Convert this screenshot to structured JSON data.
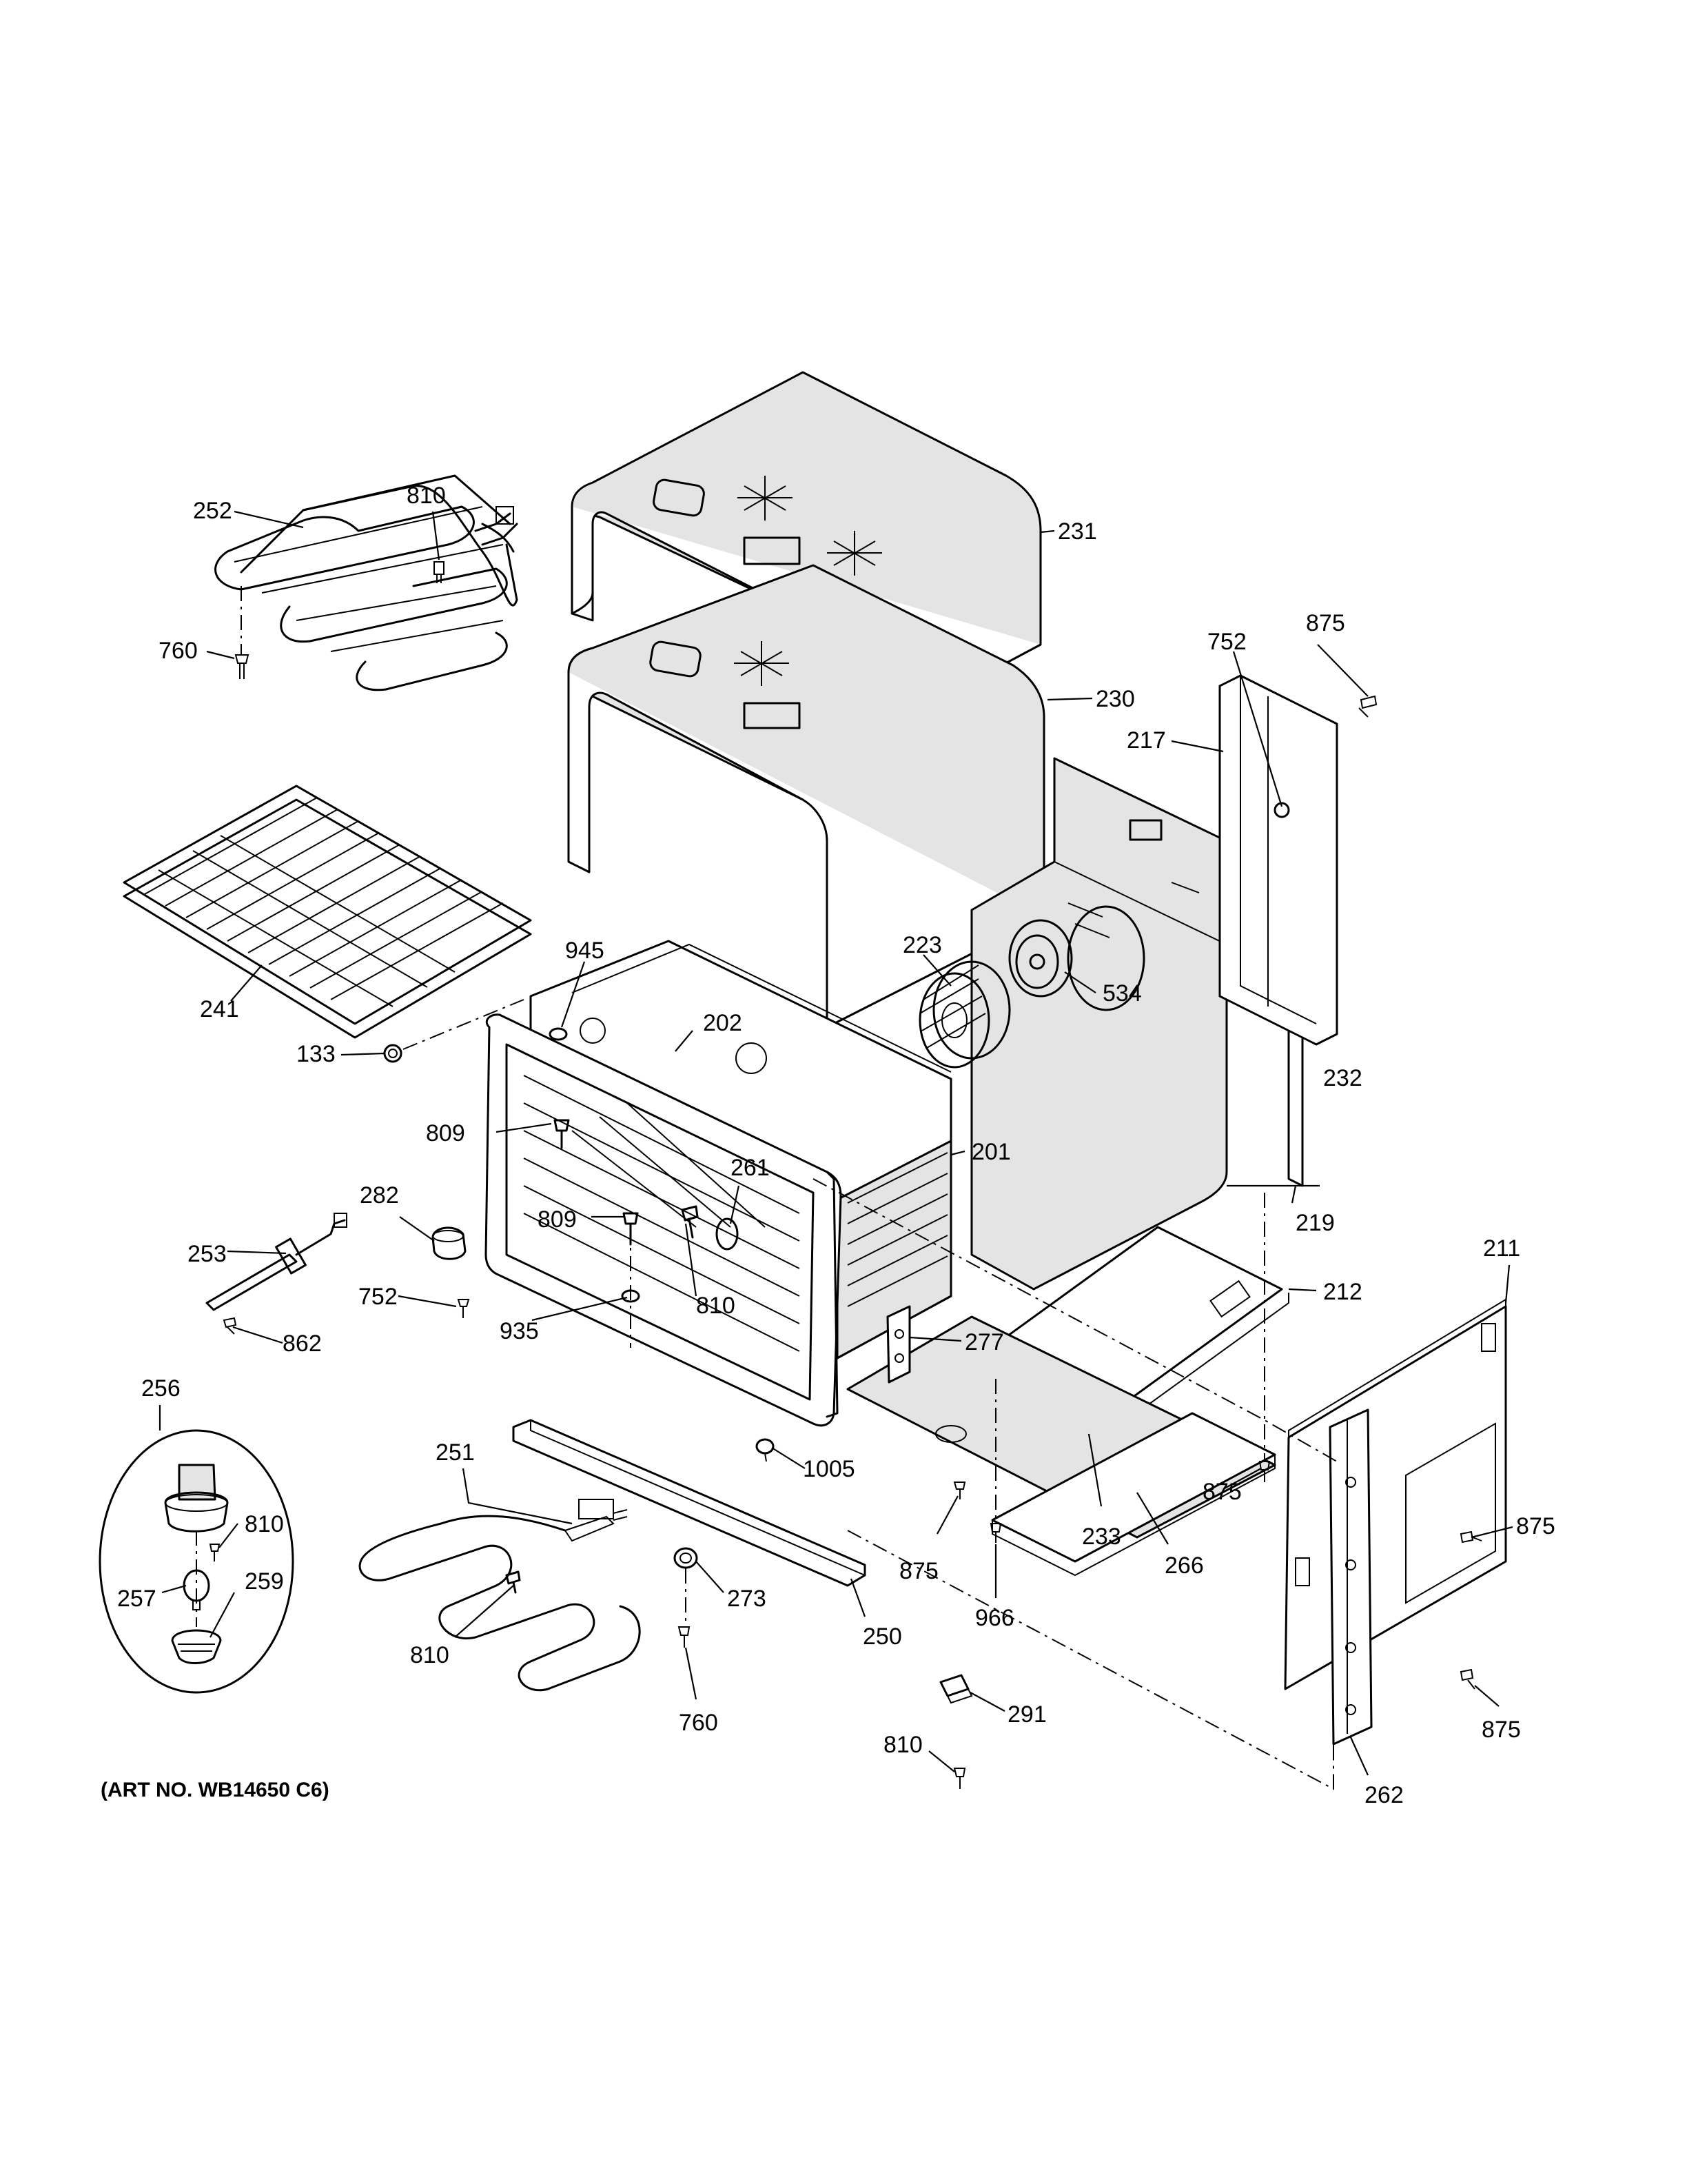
{
  "art_number": "(ART NO. WB14650 C6)",
  "callouts": [
    {
      "id": "c252",
      "text": "252"
    },
    {
      "id": "c810a",
      "text": "810"
    },
    {
      "id": "c760a",
      "text": "760"
    },
    {
      "id": "c231",
      "text": "231"
    },
    {
      "id": "c230",
      "text": "230"
    },
    {
      "id": "c752a",
      "text": "752"
    },
    {
      "id": "c875a",
      "text": "875"
    },
    {
      "id": "c217",
      "text": "217"
    },
    {
      "id": "c241",
      "text": "241"
    },
    {
      "id": "c945",
      "text": "945"
    },
    {
      "id": "c202",
      "text": "202"
    },
    {
      "id": "c223",
      "text": "223"
    },
    {
      "id": "c534",
      "text": "534"
    },
    {
      "id": "c133",
      "text": "133"
    },
    {
      "id": "c232",
      "text": "232"
    },
    {
      "id": "c809a",
      "text": "809"
    },
    {
      "id": "c201",
      "text": "201"
    },
    {
      "id": "c261",
      "text": "261"
    },
    {
      "id": "c282",
      "text": "282"
    },
    {
      "id": "c809b",
      "text": "809"
    },
    {
      "id": "c219",
      "text": "219"
    },
    {
      "id": "c253",
      "text": "253"
    },
    {
      "id": "c810b",
      "text": "810"
    },
    {
      "id": "c211",
      "text": "211"
    },
    {
      "id": "c752b",
      "text": "752"
    },
    {
      "id": "c935",
      "text": "935"
    },
    {
      "id": "c212",
      "text": "212"
    },
    {
      "id": "c862",
      "text": "862"
    },
    {
      "id": "c277",
      "text": "277"
    },
    {
      "id": "c256",
      "text": "256"
    },
    {
      "id": "c251",
      "text": "251"
    },
    {
      "id": "c1005",
      "text": "1005"
    },
    {
      "id": "c875b",
      "text": "875"
    },
    {
      "id": "c810c",
      "text": "810"
    },
    {
      "id": "c875c",
      "text": "875"
    },
    {
      "id": "c233",
      "text": "233"
    },
    {
      "id": "c266",
      "text": "266"
    },
    {
      "id": "c875d",
      "text": "875"
    },
    {
      "id": "c257",
      "text": "257"
    },
    {
      "id": "c259",
      "text": "259"
    },
    {
      "id": "c273",
      "text": "273"
    },
    {
      "id": "c966",
      "text": "966"
    },
    {
      "id": "c250",
      "text": "250"
    },
    {
      "id": "c810d",
      "text": "810"
    },
    {
      "id": "c760b",
      "text": "760"
    },
    {
      "id": "c291",
      "text": "291"
    },
    {
      "id": "c875e",
      "text": "875"
    },
    {
      "id": "c810e",
      "text": "810"
    },
    {
      "id": "c262",
      "text": "262"
    }
  ]
}
